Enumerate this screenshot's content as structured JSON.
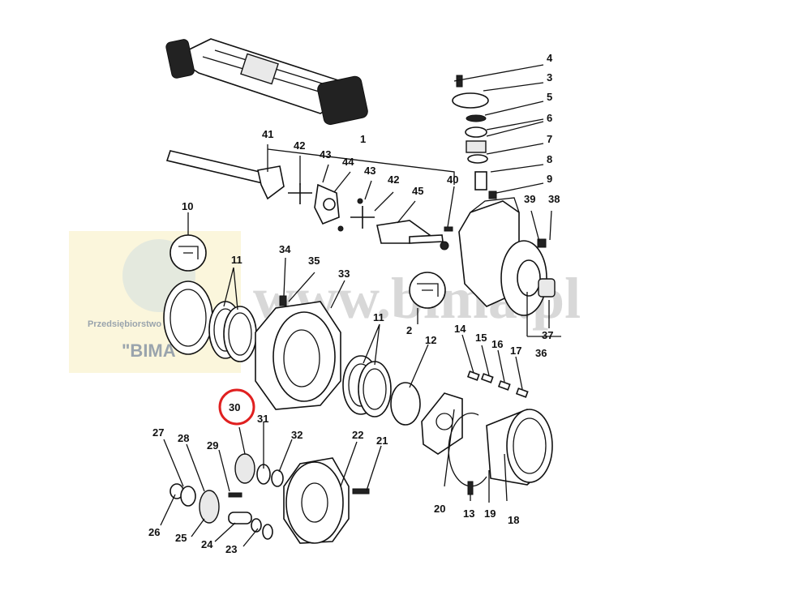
{
  "watermark": {
    "site": "www.bima.pl",
    "company_line": "Przedsiębiorstwo Han",
    "company_name": "\"BIMA\""
  },
  "highlight": {
    "label": "30",
    "color": "#e02020"
  },
  "colors": {
    "panel": "#fbf6dc",
    "lines": "#111111"
  },
  "callouts": {
    "c1": "1",
    "c2": "2",
    "c3": "3",
    "c4": "4",
    "c5": "5",
    "c6": "6",
    "c7": "7",
    "c8": "8",
    "c9": "9",
    "c10": "10",
    "c11a": "11",
    "c11b": "11",
    "c12": "12",
    "c13": "13",
    "c14": "14",
    "c15": "15",
    "c16": "16",
    "c17": "17",
    "c18": "18",
    "c19": "19",
    "c20": "20",
    "c21": "21",
    "c22": "22",
    "c23": "23",
    "c24": "24",
    "c25": "25",
    "c26": "26",
    "c27": "27",
    "c28": "28",
    "c29": "29",
    "c31": "31",
    "c32": "32",
    "c33": "33",
    "c34": "34",
    "c35": "35",
    "c36": "36",
    "c37": "37",
    "c38": "38",
    "c39": "39",
    "c40": "40",
    "c41": "41",
    "c42a": "42",
    "c42b": "42",
    "c43a": "43",
    "c43b": "43",
    "c44": "44",
    "c45": "45"
  }
}
